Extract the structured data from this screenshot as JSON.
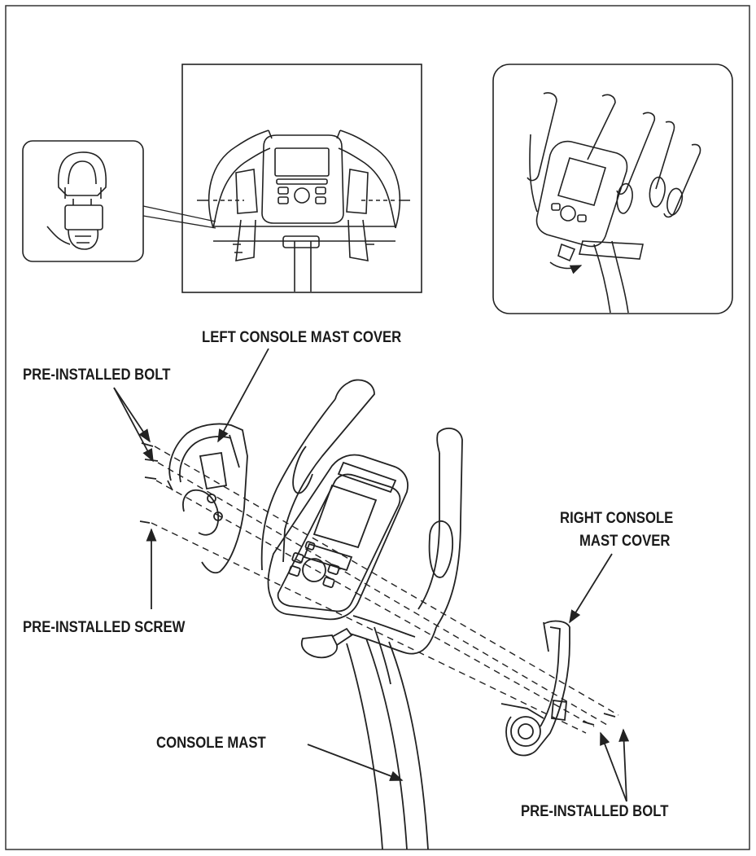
{
  "labels": {
    "left_console_mast_cover": "LEFT CONSOLE MAST COVER",
    "pre_installed_bolt_left": "PRE-INSTALLED BOLT",
    "pre_installed_screw": "PRE-INSTALLED SCREW",
    "right_console_mast_cover_line1": "RIGHT CONSOLE",
    "right_console_mast_cover_line2": "MAST COVER",
    "console_mast": "CONSOLE MAST",
    "pre_installed_bolt_right": "PRE-INSTALLED BOLT"
  },
  "colors": {
    "line": "#222222",
    "paper": "#ffffff"
  }
}
